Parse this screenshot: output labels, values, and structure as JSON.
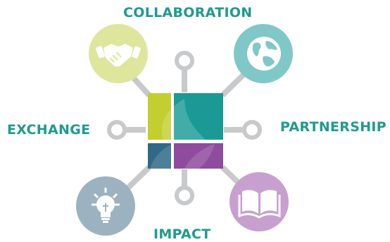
{
  "labels": {
    "top": "COLLABORATION",
    "left": "EXCHANGE",
    "right": "PARTNERSHIP",
    "bottom": "IMPACT"
  },
  "colors": {
    "label_text": "#1e9b8f",
    "connector": "#c8c9cb",
    "circle_handshake": "#dde69c",
    "circle_globe": "#7fc8c7",
    "circle_lightbulb": "#9db2c0",
    "circle_book": "#c7a0cf",
    "tile_lime": "#c2cf2f",
    "tile_teal": "#1b9a95",
    "tile_navy": "#2f6987",
    "tile_purple": "#8f4b9e"
  },
  "icons": {
    "top_left": "handshake-icon",
    "top_right": "globe-icon",
    "bottom_left": "lightbulb-icon",
    "bottom_right": "book-icon"
  }
}
